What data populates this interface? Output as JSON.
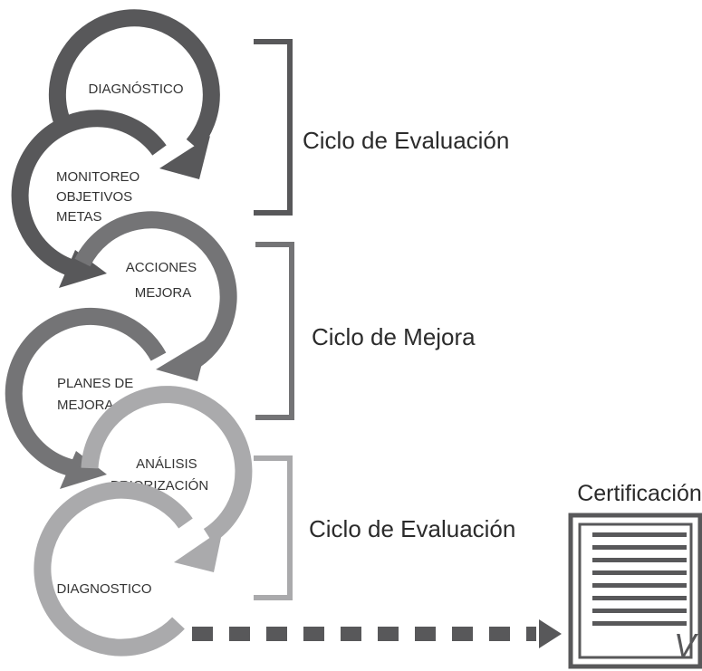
{
  "steps": {
    "diagnostico_1": {
      "label": "DIAGNÓSTICO",
      "color": "#58585a"
    },
    "monitoreo": {
      "lines": [
        "MONITOREO",
        "OBJETIVOS",
        "METAS"
      ],
      "color": "#58585a"
    },
    "acciones": {
      "lines": [
        "ACCIONES",
        "MEJORA"
      ],
      "color": "#747476"
    },
    "planes": {
      "lines": [
        "PLANES DE",
        "MEJORA"
      ],
      "color": "#747476"
    },
    "analisis": {
      "lines": [
        "ANÁLISIS",
        "PRIORIZACIÓN"
      ],
      "color": "#aaaaac"
    },
    "diagnostico_2": {
      "label": "DIAGNOSTICO",
      "color": "#aaaaac"
    }
  },
  "brackets": [
    {
      "label": "Ciclo de Evaluación",
      "color": "#58585a"
    },
    {
      "label": "Ciclo de Mejora",
      "color": "#747476"
    },
    {
      "label": "Ciclo de Evaluación",
      "color": "#aaaaac"
    }
  ],
  "certificate": {
    "label": "Certificación",
    "check_mark": "V",
    "color": "#58585a"
  },
  "connector": {
    "style": "dashed-arrow",
    "color": "#58585a"
  }
}
